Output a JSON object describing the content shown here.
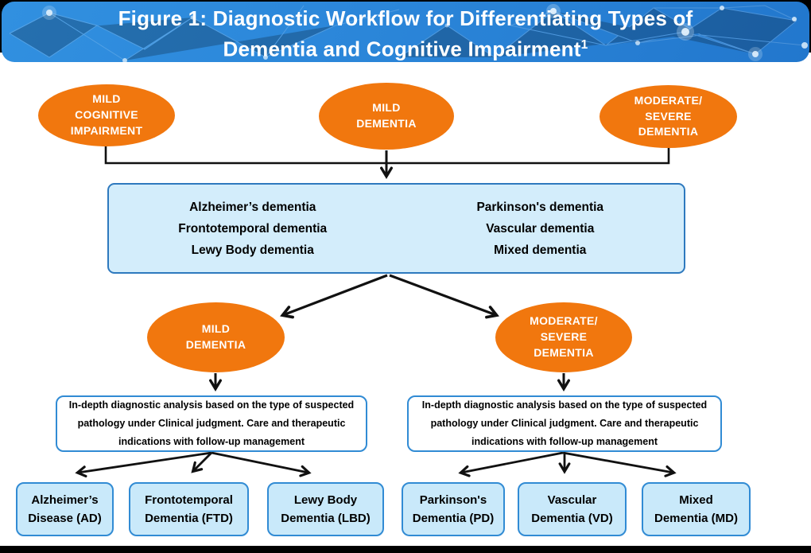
{
  "header": {
    "title_line1": "Figure 1: Diagnostic Workflow for Differentiating Types of",
    "title_line2": "Dementia and Cognitive Impairment",
    "superscript": "1"
  },
  "stage_ovals": {
    "mci": "MILD\nCOGNITIVE\nIMPAIRMENT",
    "mild_top": "MILD\nDEMENTIA",
    "modsev_top": "MODERATE/\nSEVERE\nDEMENTIA",
    "mild_mid": "MILD\nDEMENTIA",
    "modsev_mid": "MODERATE/\nSEVERE\nDEMENTIA"
  },
  "dementia_types_box": {
    "left_column": [
      "Alzheimer’s dementia",
      "Frontotemporal dementia",
      "Lewy Body dementia"
    ],
    "right_column": [
      "Parkinson's dementia",
      "Vascular dementia",
      "Mixed dementia"
    ]
  },
  "indepth_boxes": {
    "left": "In-depth diagnostic analysis based on the type of suspected\npathology under Clinical judgment. Care and therapeutic\nindications with follow-up management",
    "right": "In-depth diagnostic analysis based on the type of suspected\npathology under Clinical judgment. Care and therapeutic\nindications with follow-up management"
  },
  "diagnosis_boxes": [
    "Alzheimer’s\nDisease (AD)",
    "Frontotemporal\nDementia (FTD)",
    "Lewy Body\nDementia (LBD)",
    "Parkinson's\nDementia (PD)",
    "Vascular\nDementia (VD)",
    "Mixed\nDementia (MD)"
  ],
  "colors": {
    "header_blue": "#2B86D9",
    "frame_black": "#000000",
    "oval_orange": "#F1770E",
    "panel_fill": "#D3EDFB",
    "panel_border": "#2E79BE",
    "card_fill": "#C9E9FA",
    "card_border": "#318BD4",
    "arrow_black": "#111111",
    "title_white": "#FFFFFF"
  }
}
